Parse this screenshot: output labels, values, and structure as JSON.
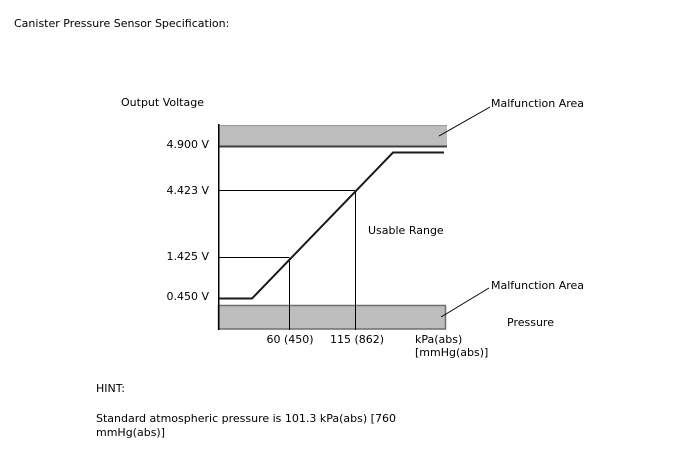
{
  "title": "Canister Pressure Sensor Specification:",
  "chart": {
    "y_axis_title": "Output Voltage",
    "x_axis_title": "Pressure",
    "y_tick_labels": {
      "v4900": "4.900 V",
      "v4423": "4.423 V",
      "v1425": "1.425 V",
      "v0450": "0.450 V"
    },
    "x_tick_labels": {
      "p60": "60 (450)",
      "p115": "115 (862)"
    },
    "x_unit_line1": "kPa(abs)",
    "x_unit_line2": "[mmHg(abs)]",
    "annotations": {
      "malfunction_top": "Malfunction Area",
      "malfunction_bottom": "Malfunction Area",
      "usable_range": "Usable Range"
    },
    "colors": {
      "band_fill": "#bdbdbd",
      "band_edge": "#6e6e6e",
      "curve": "#1a1a1a"
    }
  },
  "hint": {
    "heading": "HINT:",
    "line1": "Standard atmospheric pressure is 101.3 kPa(abs) [760",
    "line2": "mmHg(abs)]"
  },
  "chart_data": {
    "type": "line",
    "title": "Canister Pressure Sensor Specification:",
    "xlabel": "Pressure",
    "ylabel": "Output Voltage",
    "x_tick_labels": [
      "60 (450)",
      "115 (862)"
    ],
    "x_units": "kPa(abs) [mmHg(abs)]",
    "y_tick_labels": [
      "0.450 V",
      "1.425 V",
      "4.423 V",
      "4.900 V"
    ],
    "y_levels_volts": [
      0.45,
      1.425,
      4.423,
      4.9
    ],
    "reference_points": [
      {
        "pressure_kpa": 60,
        "pressure_mmhg": 450,
        "voltage_v": 1.425
      },
      {
        "pressure_kpa": 115,
        "pressure_mmhg": 862,
        "voltage_v": 4.423
      }
    ],
    "curve_shape": [
      "flat at 0.450 V at low pressure",
      "linear rise through 1.425 V at 60 kPa(abs) and 4.423 V at 115 kPa(abs)",
      "flat just below 4.900 V at high pressure"
    ],
    "regions": [
      {
        "label": "Malfunction Area",
        "position": "above 4.900 V"
      },
      {
        "label": "Usable Range",
        "position": "between 0.450 V and 4.900 V"
      },
      {
        "label": "Malfunction Area",
        "position": "below 0.450 V"
      }
    ],
    "legend": false,
    "grid": false
  }
}
